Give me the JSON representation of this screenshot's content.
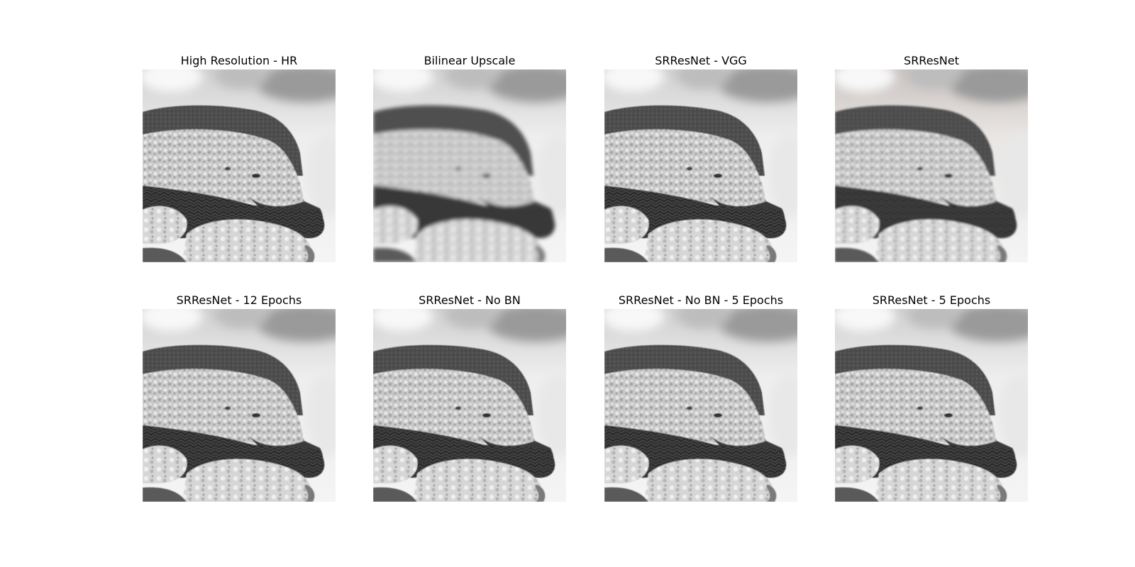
{
  "figure": {
    "panels": [
      {
        "title": "High Resolution - HR",
        "image": "bread-burger-grayscale-photo",
        "style": "sharp"
      },
      {
        "title": "Bilinear Upscale",
        "image": "bread-burger-grayscale-photo",
        "style": "blurred"
      },
      {
        "title": "SRResNet - VGG",
        "image": "bread-burger-grayscale-photo",
        "style": "sharp"
      },
      {
        "title": "SRResNet",
        "image": "bread-burger-grayscale-photo",
        "style": "soft-tinted"
      },
      {
        "title": "SRResNet - 12 Epochs",
        "image": "bread-burger-grayscale-photo",
        "style": "sharp"
      },
      {
        "title": "SRResNet - No BN",
        "image": "bread-burger-grayscale-photo",
        "style": "sharp"
      },
      {
        "title": "SRResNet - No BN - 5 Epochs",
        "image": "bread-burger-grayscale-photo",
        "style": "sharp"
      },
      {
        "title": "SRResNet - 5 Epochs",
        "image": "bread-burger-grayscale-photo",
        "style": "sharp"
      }
    ]
  }
}
